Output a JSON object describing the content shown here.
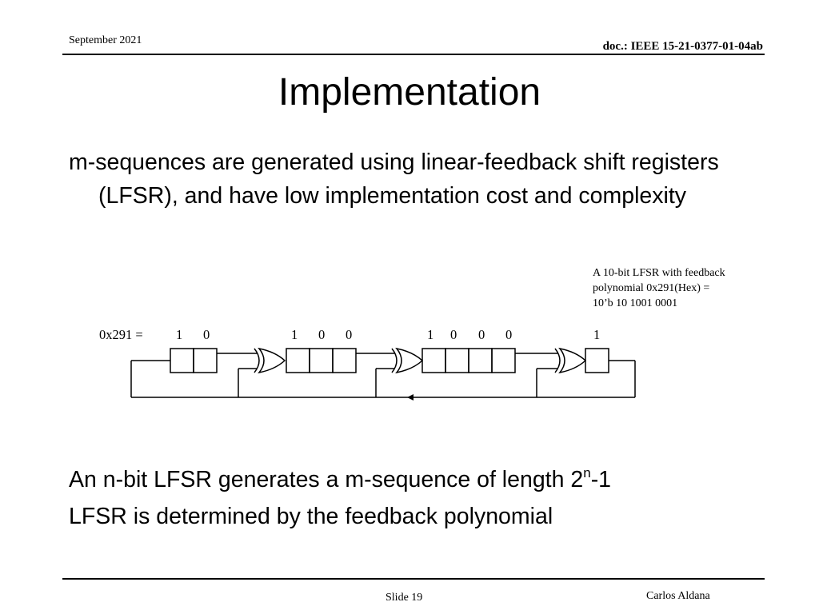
{
  "header": {
    "date": "September 2021",
    "doc_id": "doc.: IEEE 15-21-0377-01-04ab"
  },
  "title": "Implementation",
  "bullets": {
    "first": "m-sequences are generated using linear-feedback shift registers (LFSR), and have low implementation cost and complexity",
    "second_prefix": "An n-bit LFSR generates a m-sequence of length 2",
    "second_sup": "n",
    "second_suffix": "-1",
    "third": "LFSR is determined by the feedback polynomial"
  },
  "diagram": {
    "caption_lines": [
      "A 10-bit LFSR with feedback",
      "polynomial 0x291(Hex)  =",
      "10’b 10 1001 0001"
    ],
    "label": "0x291  =",
    "bits": [
      "1",
      "0",
      "1",
      "0",
      "0",
      "1",
      "0",
      "0",
      "0",
      "1"
    ]
  },
  "footer": {
    "slide": "Slide 19",
    "author": "Carlos Aldana"
  }
}
